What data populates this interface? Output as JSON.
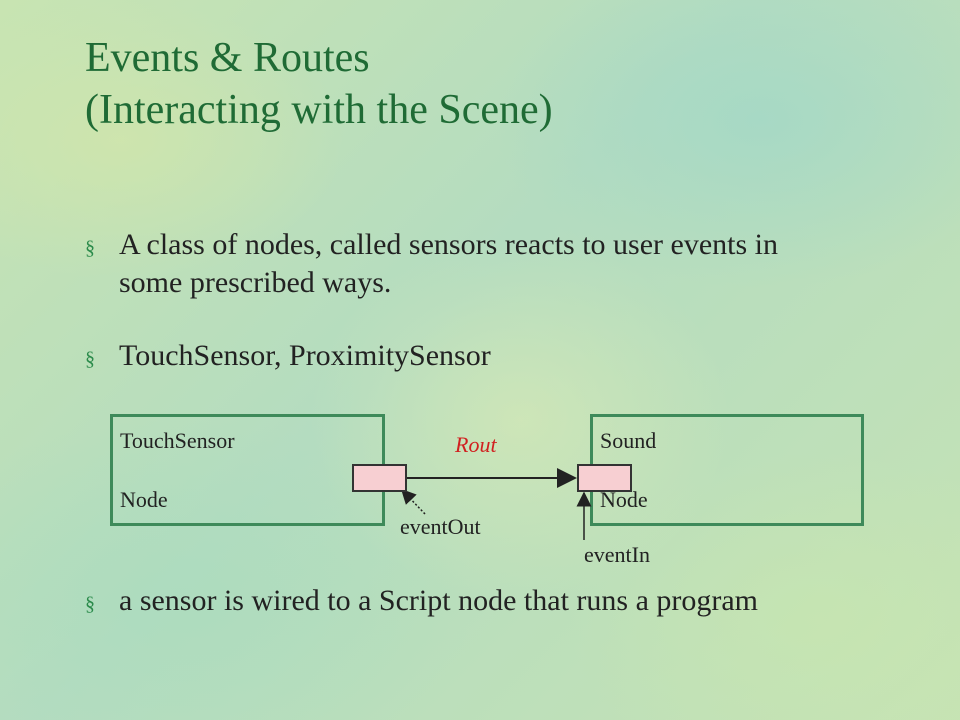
{
  "slide": {
    "title_line1": "Events & Routes",
    "title_line2": "(Interacting with the Scene)",
    "bullet_mark": "§",
    "bullets": [
      "A class of nodes, called sensors reacts to user events in some prescribed ways.",
      "TouchSensor, ProximitySensor",
      "a sensor is wired to a Script node that runs a program"
    ]
  },
  "diagram": {
    "left_node": {
      "line1": "TouchSensor",
      "line2": "Node"
    },
    "right_node": {
      "line1": "Sound",
      "line2": "Node"
    },
    "route_label": "Rout",
    "event_out_label": "eventOut",
    "event_in_label": "eventIn"
  },
  "colors": {
    "title": "#1f6b35",
    "node_border": "#3e8a5a",
    "port_fill": "#f7cfd2",
    "route_label": "#d12020"
  }
}
